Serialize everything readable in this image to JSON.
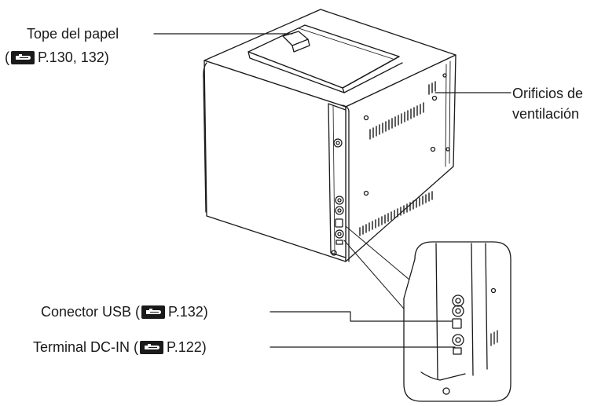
{
  "labels": {
    "paper_stop": {
      "title": "Tope del papel",
      "ref_prefix": "(",
      "ref_pages": "P.130, 132)"
    },
    "vents": {
      "line1": "Orificios de",
      "line2": "ventilación"
    },
    "usb": {
      "title": "Conector USB (",
      "ref_pages": "P.132)"
    },
    "dc_in": {
      "title": "Terminal DC-IN (",
      "ref_pages": "P.122)"
    }
  },
  "icons": {
    "reference": "reference-hand-icon"
  },
  "colors": {
    "ink": "#1a1a1a",
    "body": "#ffffff"
  }
}
